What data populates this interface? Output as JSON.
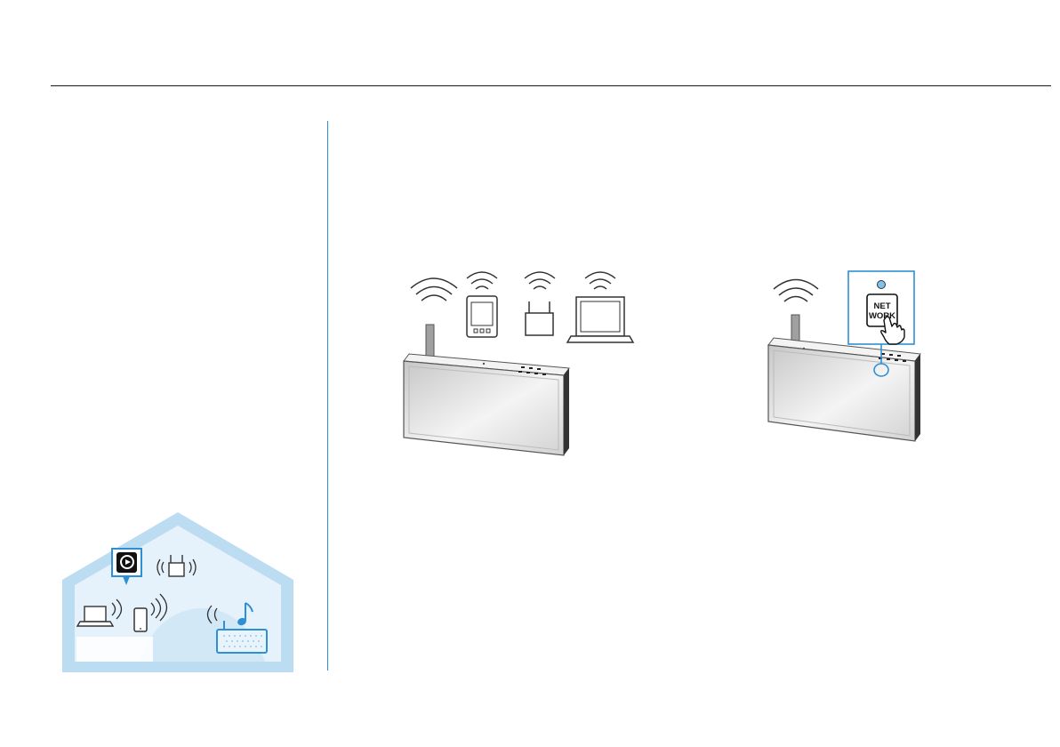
{
  "figures": {
    "network_button": {
      "label_line1": "NET",
      "label_line2": "WORK"
    }
  },
  "colors": {
    "accent": "#2f8fd6",
    "house_fill": "#bcdcf2",
    "house_inner": "#e6f2fb",
    "rule": "#1a1a1a"
  },
  "icons": [
    "house-illustration",
    "app-icon",
    "router-icon",
    "laptop-icon",
    "smartphone-icon",
    "speaker-icon",
    "music-note-icon",
    "wifi-icon",
    "hand-pointer-icon",
    "indicator-lamp-icon"
  ]
}
